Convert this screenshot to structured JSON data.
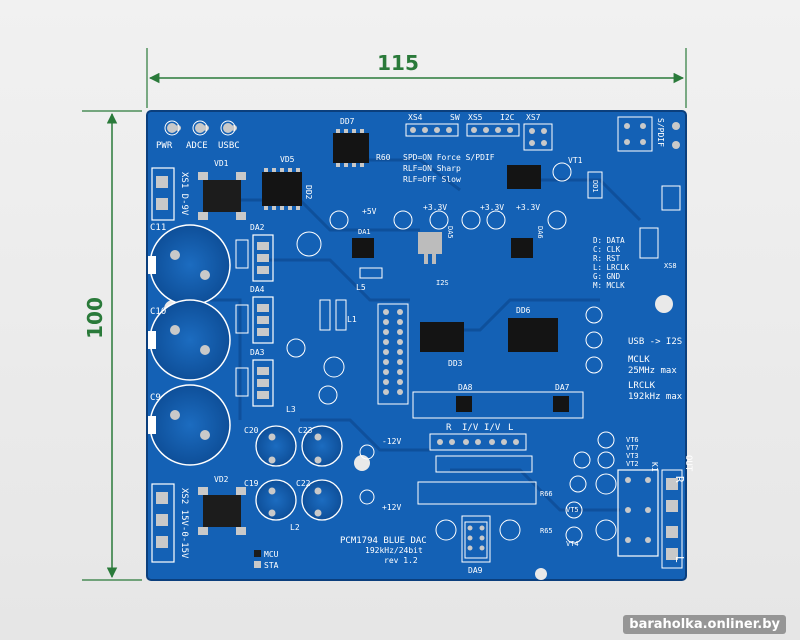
{
  "dimensions": {
    "width_mm": "115",
    "height_mm": "100"
  },
  "title": {
    "line1": "PCM1794 BLUE DAC",
    "line2": "192kHz/24bit",
    "line3": "rev 1.2"
  },
  "leds": {
    "pwr": "PWR",
    "adce": "ADCE",
    "usbc": "USBC"
  },
  "connectors": {
    "xs1": "XS1  D-9V",
    "xs2": "XS2  15V-0-15V",
    "xs4": "XS4",
    "xs5": "XS5",
    "xs7": "XS7",
    "xs8": "XS8",
    "sw": "SW",
    "i2c": "I2C",
    "spdif": "S/PDIF",
    "i2s": "I2S",
    "out": "OUT"
  },
  "mode_notes": [
    "SPD=ON  Force S/PDIF",
    "RLF=ON  Sharp",
    "RLF=OFF Slow"
  ],
  "voltages": {
    "v5": "+5V",
    "v33a": "+3.3V",
    "v33b": "+3.3V",
    "v33c": "+3.3V",
    "m12": "-12V",
    "p12": "+12V"
  },
  "i2s_pins": [
    "D: DATA",
    "C: CLK",
    "R: RST",
    "L: LRCLK",
    "G: GND",
    "M: MCLK"
  ],
  "notes": {
    "usb_i2s": "USB -> I2S",
    "mclk": "MCLK",
    "mclk_max": "25MHz max",
    "lrclk": "LRCLK",
    "lrclk_max": "192kHz max"
  },
  "status": {
    "mcu": "MCU",
    "sta": "STA"
  },
  "components": {
    "vd1": "VD1",
    "vd2": "VD2",
    "vd5": "VD5",
    "dd7": "DD7",
    "dd6": "DD6",
    "dd3": "DD3",
    "dd1": "DD1",
    "dd2": "DD2",
    "da1": "DA1",
    "da2": "DA2",
    "da3": "DA3",
    "da4": "DA4",
    "da5": "DA5",
    "da6": "DA6",
    "da7": "DA7",
    "da8": "DA8",
    "da9": "DA9",
    "c11": "C11",
    "c10": "C10",
    "c9": "C9",
    "c20": "C20",
    "c23": "C23",
    "c19": "C19",
    "c22": "C22",
    "vt1": "VT1",
    "vt4": "VT4",
    "vt5": "VT5",
    "vt6": "VT6",
    "vt7": "VT7",
    "vt3": "VT3",
    "vt2": "VT2",
    "r60": "R60",
    "r66": "R66",
    "r65": "R65",
    "l1": "L1",
    "l2": "L2",
    "l3": "L3",
    "l5": "L5",
    "k1": "K1"
  },
  "channels": {
    "r": "R",
    "l": "L",
    "rr": "R",
    "iv": "I/V",
    "iv2": "I/V",
    "ll": "L"
  },
  "watermark": "baraholka.onliner.by",
  "colors": {
    "board": "#1461b5",
    "board_dark": "#0e4f99",
    "silk": "#ffffff",
    "pad": "#c9c9c9",
    "dim_green": "#2a7a3a"
  }
}
